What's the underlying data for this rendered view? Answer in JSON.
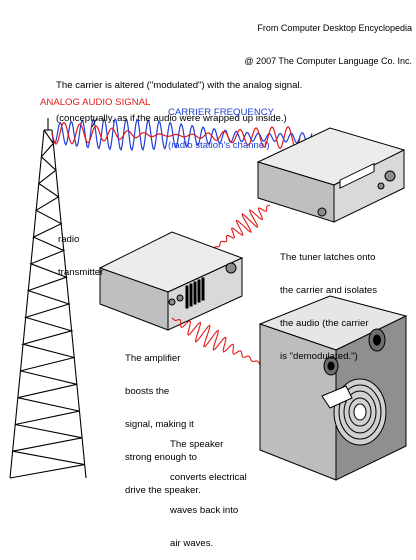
{
  "credit": {
    "line1": "From Computer Desktop Encyclopedia",
    "line2": "@ 2007 The Computer Language Co. Inc."
  },
  "carrier_note": {
    "line1": "The carrier is altered (\"modulated\") with the analog signal.",
    "line2": "(conceptually, as if the audio were wrapped up inside.)"
  },
  "labels": {
    "analog_audio_signal": "ANALOG AUDIO SIGNAL",
    "carrier_frequency": {
      "line1": "CARRIER FREQUENCY",
      "line2": "(radio station's channel)"
    },
    "radio_transmitter": {
      "line1": "radio",
      "line2": "transmitter"
    },
    "tuner": {
      "line1": "The tuner latches onto",
      "line2": "the carrier and isolates",
      "line3": "the audio (the carrier",
      "line4": "is \"demodulated.\")"
    },
    "amplifier": {
      "line1": "The amplifier",
      "line2": "boosts the",
      "line3": "signal, making it",
      "line4": "strong enough to",
      "line5": "drive the speaker."
    },
    "speaker": {
      "line1": "The speaker",
      "line2": "converts electrical",
      "line3": "waves back into",
      "line4": "air waves."
    }
  },
  "colors": {
    "audio_signal": "#e21b1b",
    "carrier": "#1f3fd6",
    "device_fill": "#d9d9d9",
    "device_dark": "#8c8c8c"
  }
}
